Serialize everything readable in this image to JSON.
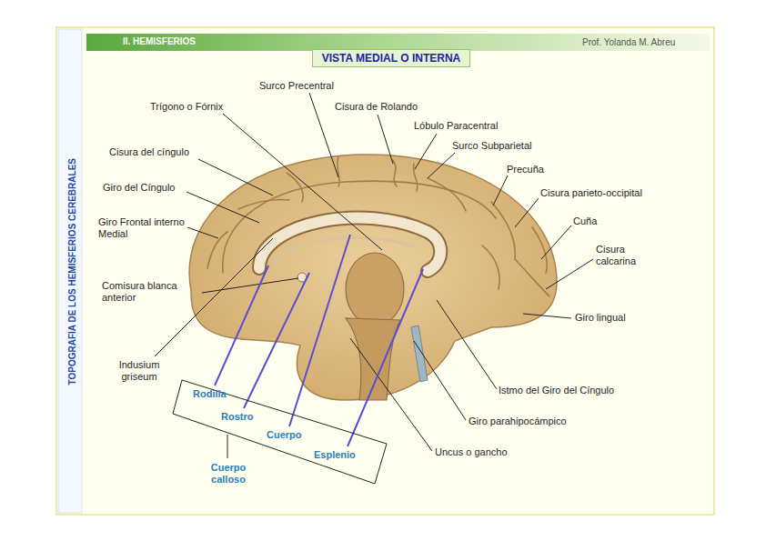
{
  "diagram": {
    "title": "VISTA MEDIAL O INTERNA",
    "labels": [
      "Surco Precentral",
      "Trígono o Fórnix",
      "Cisura de Rolando",
      "Lóbulo Paracentral",
      "Surco Subparietal",
      "Cisura del cíngulo",
      "Precuña",
      "Cisura parieto-occipital",
      "Giro del Cíngulo",
      "Cuña",
      "Giro Frontal interno Medial",
      "Cisura calcarina",
      "Comisura blanca anterior",
      "Giro lingual",
      "Indusium griseum",
      "Istmo del Giro del Cíngulo",
      "Giro parahipocámpico",
      "Uncus o gancho",
      "Rodilla",
      "Rostro",
      "Cuerpo",
      "Esplenio",
      "Cuerpo calloso",
      "TOPOGRAFIA DE LOS HEMISFERIOS CEREBRALES",
      "II. HEMISFERIOS",
      "Prof. Yolanda M. Abreu"
    ]
  }
}
